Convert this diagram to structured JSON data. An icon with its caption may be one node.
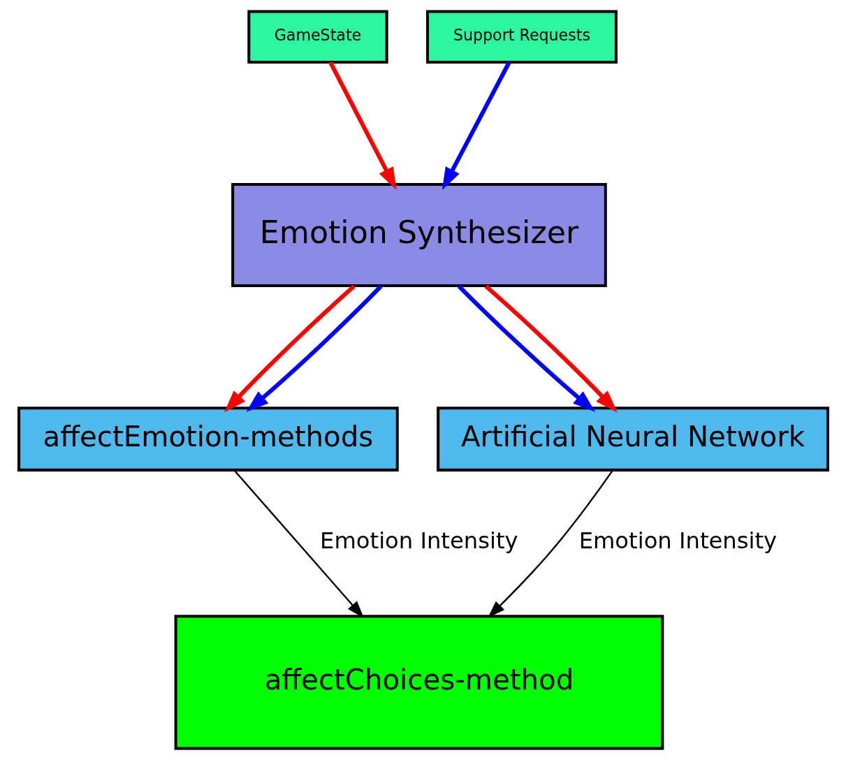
{
  "diagram": {
    "nodes": [
      {
        "text": [
          "GameState"
        ]
      },
      {
        "text": [
          "Support Requests"
        ]
      },
      {
        "text": [
          "Emotion Synthesizer"
        ]
      },
      {
        "text": [
          "affectEmotion-methods"
        ]
      },
      {
        "text": [
          "Artificial Neural Network"
        ]
      },
      {
        "text": [
          "affectChoices-method"
        ]
      }
    ],
    "edges": [
      {
        "from": 0,
        "to": 2,
        "arrow": "to",
        "color": "#ff0000"
      },
      {
        "from": 1,
        "to": 2,
        "arrow": "to",
        "color": "#0000ff"
      },
      {
        "from": 2,
        "to": 3,
        "arrow": "to",
        "color": "#ff0000"
      },
      {
        "from": 2,
        "to": 3,
        "arrow": "to",
        "color": "#0000ff"
      },
      {
        "from": 2,
        "to": 4,
        "arrow": "to",
        "color": "#0000ff"
      },
      {
        "from": 2,
        "to": 4,
        "arrow": "to",
        "color": "#ff0000"
      },
      {
        "from": 3,
        "to": 5,
        "arrow": "to",
        "label": "Emotion Intensity",
        "color": "#000000"
      },
      {
        "from": 4,
        "to": 5,
        "arrow": "to",
        "label": "Emotion Intensity",
        "color": "#000000"
      }
    ]
  }
}
